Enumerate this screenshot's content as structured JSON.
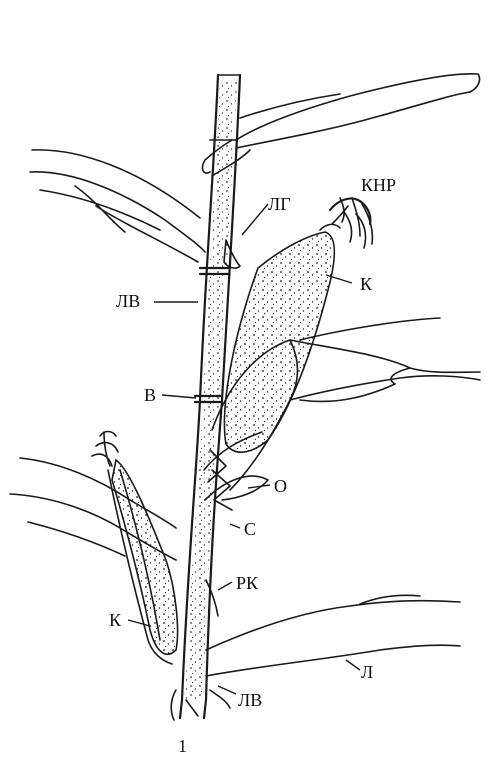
{
  "figure": {
    "caption": "1",
    "labels": {
      "tassel_silk": "КНР",
      "ligule": "ЛГ",
      "ear_upper": "К",
      "leaf_sheath_upper": "ЛВ",
      "node": "В",
      "husk": "О",
      "stalk": "С",
      "prop_root": "РК",
      "ear_lower": "К",
      "leaf_blade": "Л",
      "leaf_sheath_lower": "ЛВ"
    }
  },
  "colors": {
    "ink": "#1a1a1a",
    "paper": "#ffffff"
  }
}
